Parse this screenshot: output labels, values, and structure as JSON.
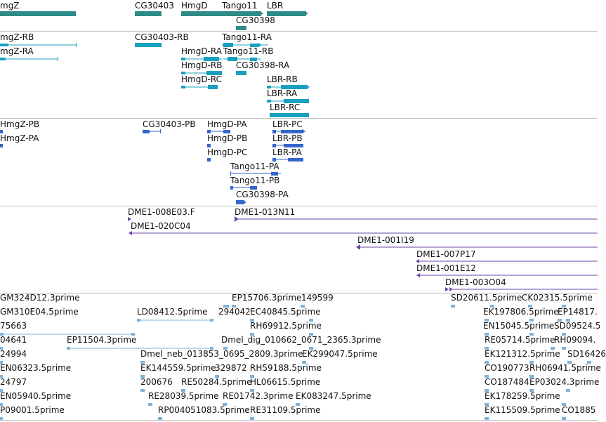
{
  "colors": {
    "gene": "#2e8b87",
    "transcript": "#1aa0bf",
    "protein": "#3366cc",
    "clone": "#6a45a6",
    "est": "#7fb3d8",
    "divider": "#bdbdbd",
    "text": "#111111"
  },
  "tracks": {
    "genes": {
      "labels": [
        "mgZ",
        "CG30403",
        "HmgD",
        "Tango11",
        "LBR",
        "CG30398"
      ]
    },
    "transcripts": {
      "labels": [
        "mgZ-RB",
        "mgZ-RA",
        "CG30403-RB",
        "Tango11-RA",
        "HmgD-RA",
        "Tango11-RB",
        "HmgD-RB",
        "CG30398-RA",
        "HmgD-RC",
        "LBR-RB",
        "LBR-RA",
        "LBR-RC"
      ]
    },
    "proteins": {
      "labels": [
        "HmgZ-PB",
        "HmgZ-PA",
        "CG30403-PB",
        "HmgD-PA",
        "LBR-PC",
        "HmgD-PB",
        "LBR-PB",
        "HmgD-PC",
        "LBR-PA",
        "Tango11-PA",
        "Tango11-PB",
        "CG30398-PA"
      ]
    },
    "clones": {
      "labels": [
        "DME1-008E03.F",
        "DME1-013N11",
        "DME1-020C04",
        "DME1-001I19",
        "DME1-007P17",
        "DME1-001E12",
        "DME1-003O04"
      ]
    },
    "ests": {
      "labels": [
        "GM324D12.3prime",
        "EP15706.3prime",
        "149599",
        "SD20611.5prime",
        "CK02315.5prime",
        "GM310E04.5prime",
        "LD08412.5prime",
        "294042",
        "EC40845.5prime",
        "EK197806.5prime",
        "EP14817.",
        "75663",
        "RH69912.5prime",
        "EN15045.5prime",
        "SD09524.5",
        "04641",
        "EP11504.3prime",
        "Dmel_dig_010662_0671_2365.3prime",
        "RE05714.5prime",
        "RH09094.",
        "24994",
        "Dmel_neb_013853_0695_2809.3prime",
        "EK299047.5prime",
        "EK121312.5prime",
        "SD16426",
        "EN06323.5prime",
        "EK144559.5prime",
        "329872",
        "RH59188.5prime",
        "CO190773",
        "RH06941.5prime",
        "24797",
        "200676",
        "RE50284.5prime",
        "HL06615.5prime",
        "CO187484",
        "EP03024.3prime",
        "EN05940.5prime",
        "RE28039.5prime",
        "RE01742.3prime",
        "EK083247.5prime",
        "EK178259.5prime",
        "P09001.5prime",
        "RP004051083.5prime",
        "RE31109.5prime",
        "EK115509.5prime",
        "CO1885"
      ]
    }
  }
}
